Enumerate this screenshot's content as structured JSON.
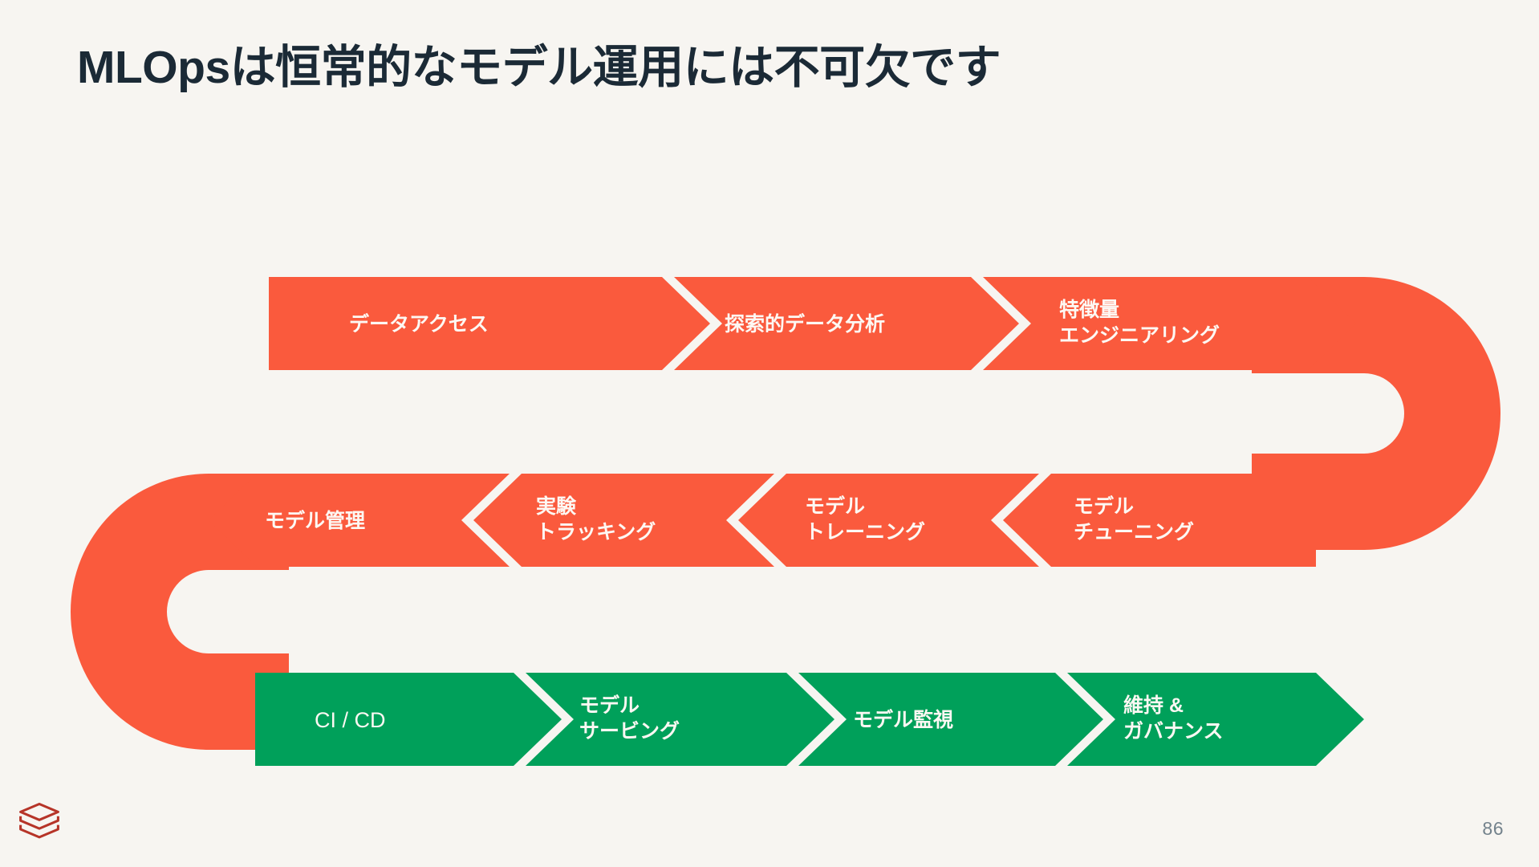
{
  "slide": {
    "title": "MLOpsは恒常的なモデル運用には不可欠です",
    "page_number": "86",
    "background_color": "#F7F5F1",
    "title_color": "#1B2A36",
    "logo_name": "databricks-logo",
    "logo_color": "#B63428",
    "page_number_color": "#73828C"
  },
  "flow": {
    "stage_color_primary": "#FA5A3D",
    "stage_color_secondary": "#00A05A",
    "rows": [
      {
        "direction": "left-to-right",
        "color": "#FA5A3D",
        "stages": [
          {
            "label": "データアクセス"
          },
          {
            "label": "探索的データ分析"
          },
          {
            "label": "特徴量\nエンジニアリング"
          }
        ]
      },
      {
        "direction": "right-to-left",
        "color": "#FA5A3D",
        "stages": [
          {
            "label": "モデル\nチューニング"
          },
          {
            "label": "モデル\nトレーニング"
          },
          {
            "label": "実験\nトラッキング"
          },
          {
            "label": "モデル管理"
          }
        ]
      },
      {
        "direction": "left-to-right",
        "color": "#00A05A",
        "stages": [
          {
            "label": "CI / CD"
          },
          {
            "label": "モデル\nサービング"
          },
          {
            "label": "モデル監視"
          },
          {
            "label": "維持 &\nガバナンス"
          }
        ]
      }
    ]
  }
}
